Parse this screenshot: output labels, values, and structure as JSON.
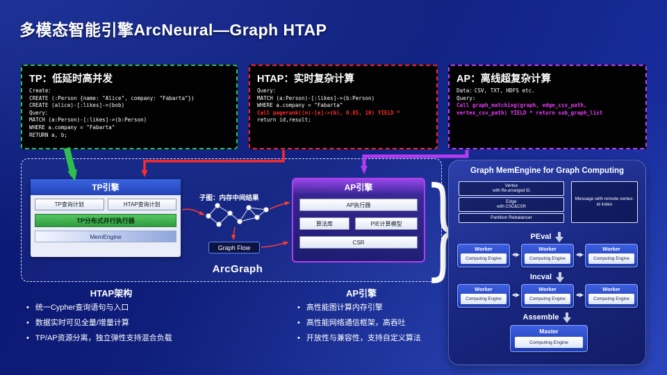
{
  "title": "多模态智能引擎ArcNeural—Graph HTAP",
  "colors": {
    "slide_bg": "#10207e",
    "tp_border": "#2fbf4f",
    "htap_border": "#ff2222",
    "ap_border": "#c13cff",
    "engine_header_blue": "#2a52c8",
    "executor_green": "#3fae49",
    "ap_header_purple": "#b43cf0",
    "code_highlight_red": "#ff2c2c",
    "code_highlight_magenta": "#e63cf5"
  },
  "icons": {
    "bidirectional_arrow": "◄▶",
    "brace": "}"
  },
  "tp_box": {
    "title": "TP：低延时高并发",
    "lines": [
      "Create：",
      "CREATE (:Person {name: \"Alice\", company: \"Fabarta\"})",
      "CREATE (alice)-[:likes]->(bob)",
      "Query：",
      "MATCH (a:Person)-[:likes]->(b:Person)",
      "WHERE  a.company = \"Fabarta\"",
      "RETURN a, b;"
    ]
  },
  "htap_box": {
    "title": "HTAP：实时复杂计算",
    "lines": [
      "Query：",
      "MATCH (a:Person)-[:likes]->(b:Person)",
      "WHERE  a.company = \"Fabarta\"",
      "Call pagerank((n)-[e]->(b), 0.85, 10) YIELD *",
      "return id,result;"
    ]
  },
  "ap_box": {
    "title": "AP：离线超复杂计算",
    "lines": [
      "Data：CSV, TXT, HDFS etc.",
      "Query:",
      "Call graph_matching(graph, edge_csv_path,",
      "vertex_csv_path) YIELD * return sub_graph_list"
    ]
  },
  "diagram": {
    "tp_engine": {
      "title": "TP引擎",
      "plan_tp": "TP查询计划",
      "plan_htap": "HTAP查询计划",
      "executor": "TP分布式并行执行器",
      "mem_engine": "MemEngine"
    },
    "middle": {
      "subgraph_label": "子图：内存中间结果",
      "graph_flow": "Graph Flow",
      "brand": "ArcGraph"
    },
    "ap_engine": {
      "title": "AP引擎",
      "executor": "AP执行器",
      "algo_lib": "算法库",
      "pie_model": "PIE计算模型",
      "csr": "CSR"
    }
  },
  "mem_panel": {
    "title": "Graph MemEngine for Graph Computing",
    "vertex_line1": "Vertex",
    "vertex_line2": "with Re-arranged ID",
    "edge_line1": "Edge",
    "edge_line2": "with CSC&CSR",
    "partition_box": "Partition Rebalancer",
    "message_box": "Message with remote vertex-id index",
    "stage_peval": "PEval",
    "stage_incval": "Incval",
    "stage_assemble": "Assemble",
    "worker_label": "Worker",
    "engine_label": "Computing Engine",
    "master_label": "Master"
  },
  "bottom": {
    "htap_column": {
      "heading": "HTAP架构",
      "bullets": [
        "统一Cypher查询语句与入口",
        "数据实时可见全量/增量计算",
        "TP/AP资源分离，独立弹性支持混合负载"
      ]
    },
    "ap_column": {
      "heading": "AP引擎",
      "bullets": [
        "高性能图计算内存引擎",
        "高性能网络通信框架，高吞吐",
        "开放性与兼容性，支持自定义算法"
      ]
    }
  }
}
